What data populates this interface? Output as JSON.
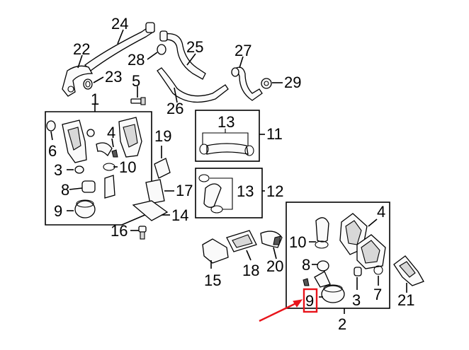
{
  "labels": {
    "l1": "1",
    "l2": "2",
    "l3a": "3",
    "l3b": "3",
    "l4a": "4",
    "l4b": "4",
    "l5": "5",
    "l6": "6",
    "l7": "7",
    "l8a": "8",
    "l8b": "8",
    "l9a": "9",
    "l9b": "9",
    "l10a": "10",
    "l10b": "10",
    "l11": "11",
    "l12": "12",
    "l13a": "13",
    "l13b": "13",
    "l14": "14",
    "l15": "15",
    "l16": "16",
    "l17": "17",
    "l18": "18",
    "l19": "19",
    "l20": "20",
    "l21": "21",
    "l22": "22",
    "l23": "23",
    "l24": "24",
    "l25": "25",
    "l26": "26",
    "l27": "27",
    "l28": "28",
    "l29": "29"
  },
  "colors": {
    "highlight": "#e8141b",
    "ink": "#000000"
  }
}
